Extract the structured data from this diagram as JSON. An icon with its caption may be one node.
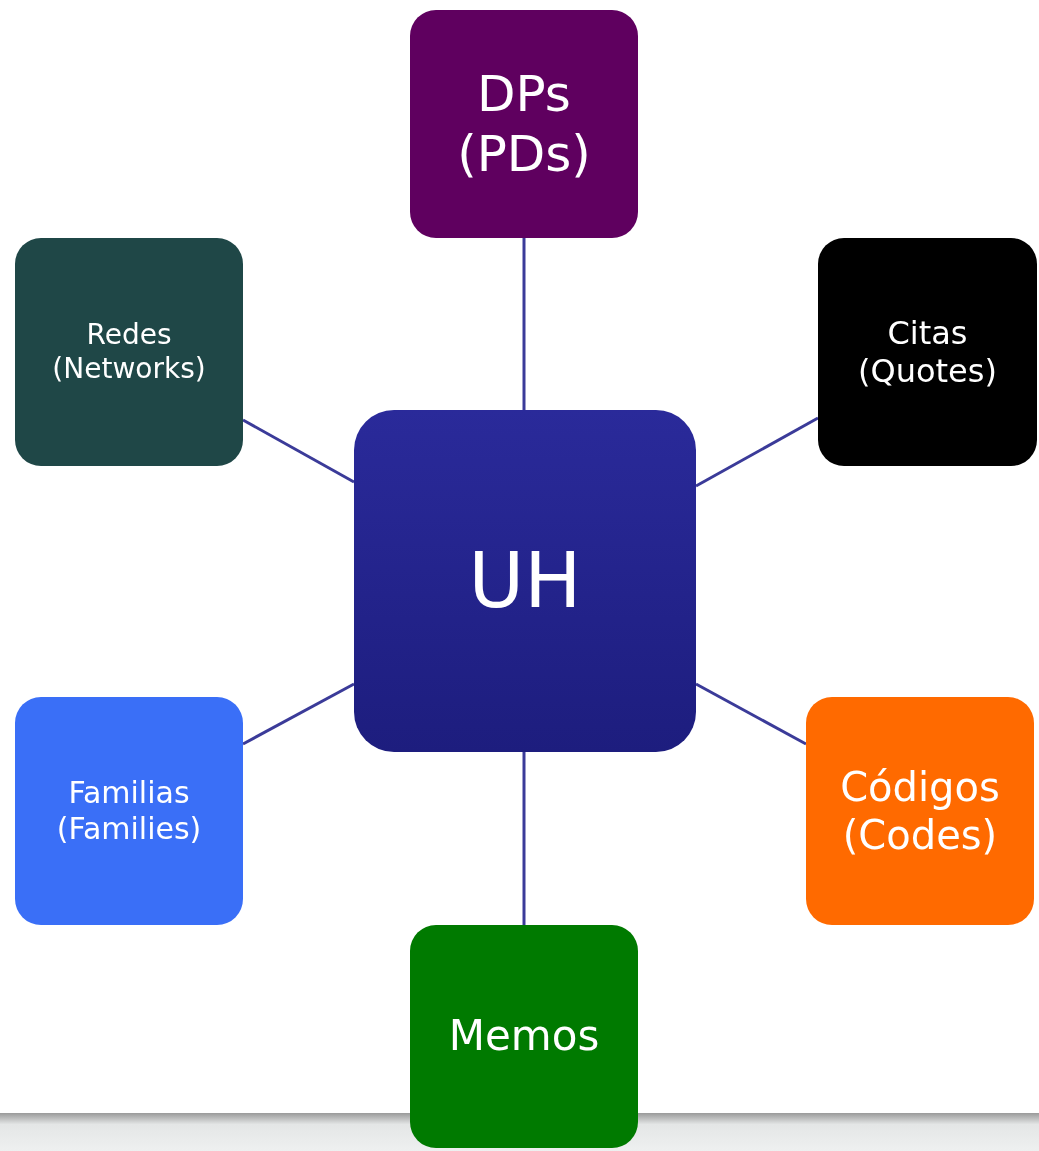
{
  "diagram": {
    "nodes": [
      {
        "text": [
          "DPs (PDs)"
        ]
      },
      {
        "text": [
          "Redes (Networks)"
        ]
      },
      {
        "text": [
          "Citas (Quotes)"
        ]
      },
      {
        "text": [
          "UH"
        ]
      },
      {
        "text": [
          "Familias (Families)"
        ]
      },
      {
        "text": [
          "Códigos (Codes)"
        ]
      },
      {
        "text": [
          "Memos"
        ]
      }
    ],
    "edges": [
      {
        "from": 3,
        "to": 0,
        "arrow": "none"
      },
      {
        "from": 3,
        "to": 1,
        "arrow": "none"
      },
      {
        "from": 3,
        "to": 2,
        "arrow": "none"
      },
      {
        "from": 3,
        "to": 4,
        "arrow": "none"
      },
      {
        "from": 3,
        "to": 5,
        "arrow": "none"
      },
      {
        "from": 3,
        "to": 6,
        "arrow": "none"
      }
    ]
  }
}
